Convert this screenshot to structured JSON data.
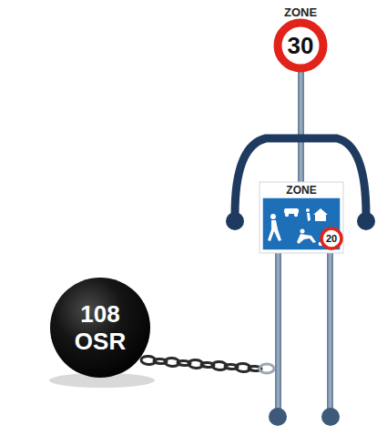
{
  "diagram": {
    "nodes": [
      {
        "text": [
          "ZONE",
          "30"
        ]
      },
      {
        "text": [
          "ZONE"
        ]
      },
      {
        "text": [
          "20"
        ],
        "in": 1
      },
      {
        "text": [
          "108 OSR"
        ]
      }
    ]
  }
}
